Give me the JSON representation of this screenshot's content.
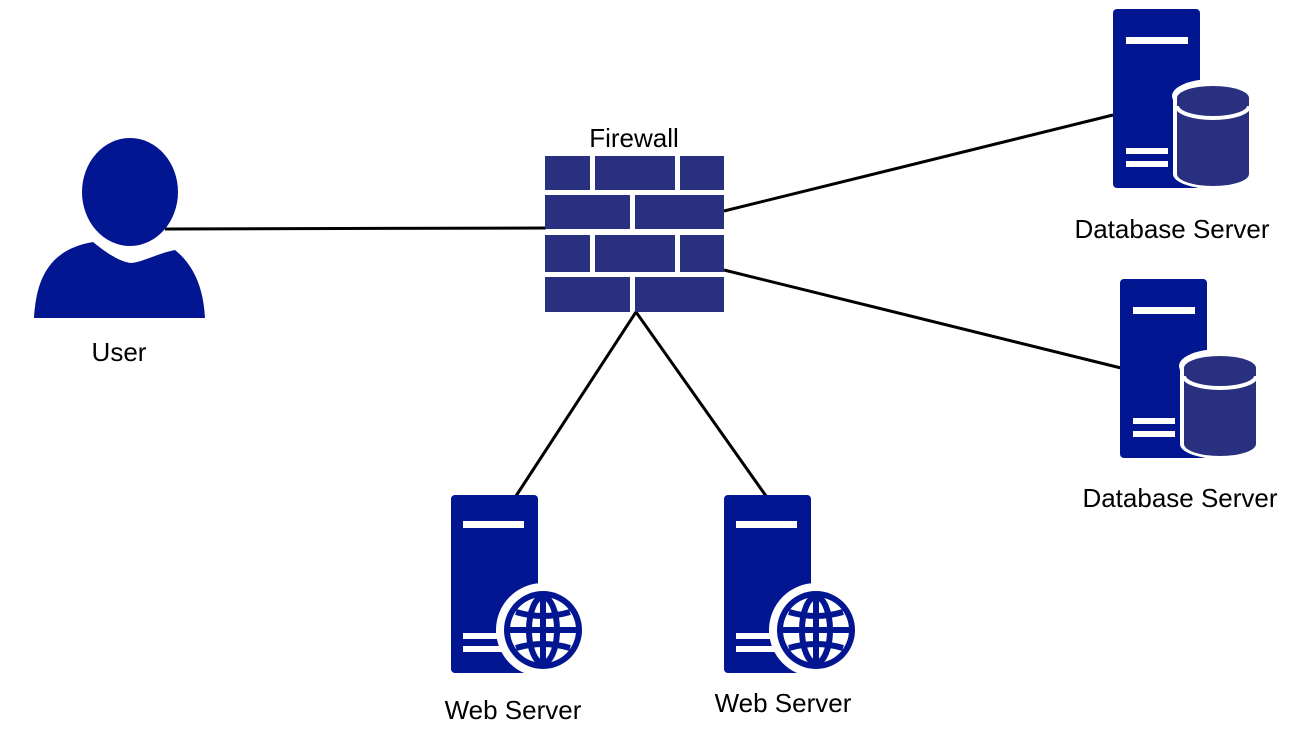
{
  "diagram": {
    "nodes": {
      "user": {
        "label": "User",
        "icon": "user-icon"
      },
      "firewall": {
        "label": "Firewall",
        "icon": "firewall-icon"
      },
      "database_server_1": {
        "label": "Database Server",
        "icon": "database-server-icon"
      },
      "database_server_2": {
        "label": "Database Server",
        "icon": "database-server-icon"
      },
      "web_server_1": {
        "label": "Web Server",
        "icon": "web-server-icon"
      },
      "web_server_2": {
        "label": "Web Server",
        "icon": "web-server-icon"
      }
    },
    "connections": [
      {
        "from": "user",
        "to": "firewall"
      },
      {
        "from": "firewall",
        "to": "database_server_1"
      },
      {
        "from": "firewall",
        "to": "database_server_2"
      },
      {
        "from": "firewall",
        "to": "web_server_1"
      },
      {
        "from": "firewall",
        "to": "web_server_2"
      }
    ],
    "colors": {
      "icon_primary": "#031691",
      "firewall_brick": "#2a3080",
      "database_cylinder": "#2a3080",
      "connector": "#000000",
      "background": "#ffffff"
    }
  }
}
